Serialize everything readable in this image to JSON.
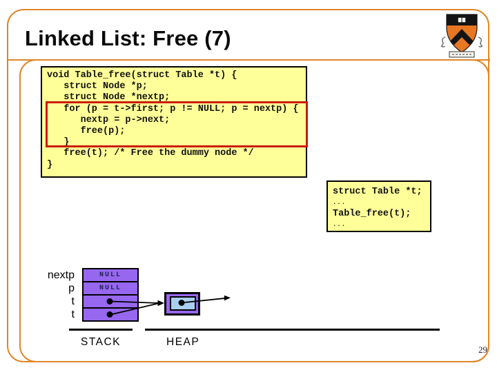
{
  "slide": {
    "title": "Linked List: Free (7)",
    "page_number": "29"
  },
  "code_main": {
    "lines": [
      "void Table_free(struct Table *t) {",
      "   struct Node *p;",
      "   struct Node *nextp;",
      "   for (p = t->first; p != NULL; p = nextp) {",
      "      nextp = p->next;",
      "      free(p);",
      "   }",
      "   free(t); /* Free the dummy node */",
      "}"
    ],
    "highlighted_lines": "for loop (lines 4-7)"
  },
  "code_caller": {
    "lines": [
      "struct Table *t;",
      "...",
      "Table_free(t);",
      "..."
    ]
  },
  "diagram": {
    "stack_rows": [
      {
        "label": "nextp",
        "value": "NULL"
      },
      {
        "label": "p",
        "value": "NULL"
      },
      {
        "label": "t",
        "value": ""
      },
      {
        "label": "t",
        "value": ""
      }
    ],
    "stack_label": "STACK",
    "heap_label": "HEAP"
  },
  "colors": {
    "frame_orange": "#DE8628",
    "code_bg_yellow": "#FFFF99",
    "highlight_red": "#CC1A00",
    "cell_purple": "#9767EF",
    "heap_inner_blue": "#A9CFF0",
    "null_text": "#222255",
    "logo_orange": "#E87722"
  }
}
